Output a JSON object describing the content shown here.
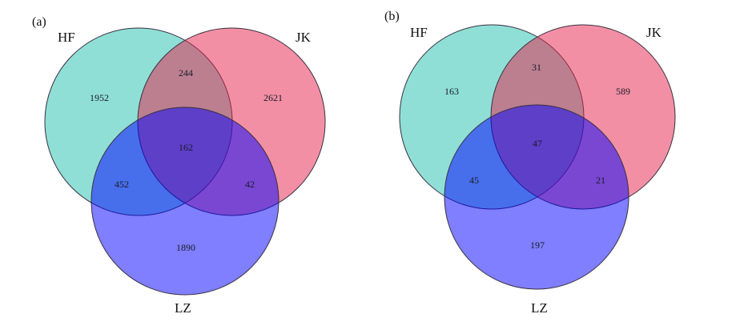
{
  "chart_data": [
    {
      "type": "venn",
      "panel": "(a)",
      "sets": [
        {
          "name": "HF",
          "color": "#20c0b0"
        },
        {
          "name": "JK",
          "color": "#e8204a"
        },
        {
          "name": "LZ",
          "color": "#0000ff"
        }
      ],
      "regions": {
        "HF_only": "1952",
        "JK_only": "2621",
        "LZ_only": "1890",
        "HF_JK": "244",
        "HF_LZ": "452",
        "JK_LZ": "42",
        "HF_JK_LZ": "162"
      }
    },
    {
      "type": "venn",
      "panel": "(b)",
      "sets": [
        {
          "name": "HF",
          "color": "#20c0b0"
        },
        {
          "name": "JK",
          "color": "#e8204a"
        },
        {
          "name": "LZ",
          "color": "#0000ff"
        }
      ],
      "regions": {
        "HF_only": "163",
        "JK_only": "589",
        "LZ_only": "197",
        "HF_JK": "31",
        "HF_LZ": "45",
        "JK_LZ": "21",
        "HF_JK_LZ": "47"
      }
    }
  ]
}
